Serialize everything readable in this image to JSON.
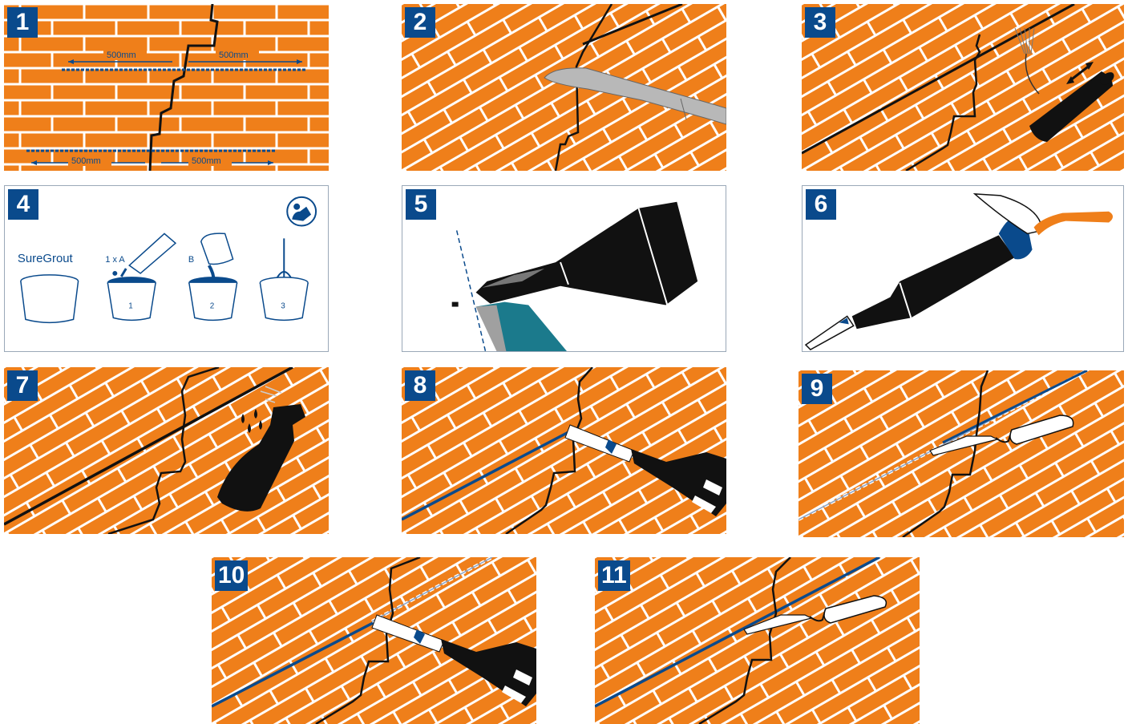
{
  "colors": {
    "brick": "#ef7f1a",
    "mortar": "#ffffff",
    "blue": "#0a4a8c",
    "black": "#111111",
    "steel": "#b8b8b8",
    "teal": "#1b7a8c"
  },
  "steps": [
    {
      "number": "1",
      "labels": {
        "top_left": "500mm",
        "top_right": "500mm",
        "bottom_left": "500mm",
        "bottom_right": "500mm"
      }
    },
    {
      "number": "2"
    },
    {
      "number": "3"
    },
    {
      "number": "4",
      "product": "SureGrout",
      "part_a": "1 x A",
      "part_b": "B",
      "buckets": [
        "1",
        "2",
        "3"
      ],
      "icon": "read-instructions-icon"
    },
    {
      "number": "5"
    },
    {
      "number": "6"
    },
    {
      "number": "7"
    },
    {
      "number": "8"
    },
    {
      "number": "9"
    },
    {
      "number": "10"
    },
    {
      "number": "11"
    }
  ]
}
